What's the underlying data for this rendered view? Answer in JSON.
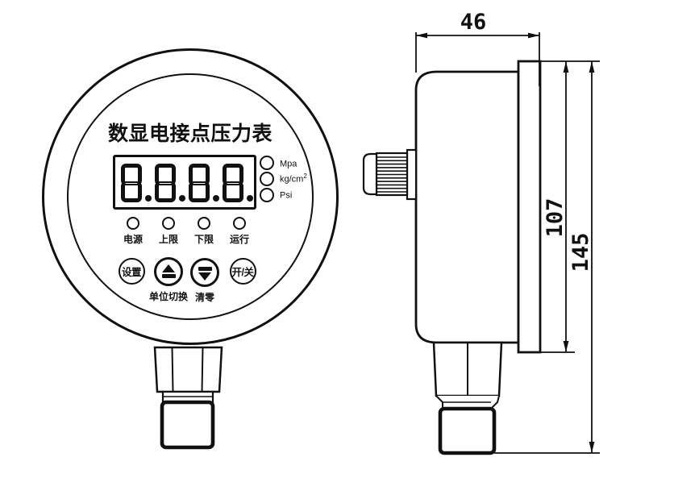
{
  "drawing": {
    "front": {
      "title": "数显电接点压力表",
      "display_value": "8.8.8.8.",
      "units": [
        {
          "label": "Mpa",
          "sup": ""
        },
        {
          "label": "kg/cm",
          "sup": "2"
        },
        {
          "label": "Psi",
          "sup": ""
        }
      ],
      "leds": [
        {
          "label": "电源"
        },
        {
          "label": "上限"
        },
        {
          "label": "下限"
        },
        {
          "label": "运行"
        }
      ],
      "buttons": [
        {
          "type": "text",
          "label": "设置",
          "caption": ""
        },
        {
          "type": "up",
          "label": "",
          "caption": "单位切换"
        },
        {
          "type": "down",
          "label": "",
          "caption": "清零"
        },
        {
          "type": "text",
          "label": "开/关",
          "caption": ""
        }
      ]
    },
    "side": {
      "dim_depth": "46",
      "dim_face_diameter": "107",
      "dim_total_height": "145"
    },
    "colors": {
      "line": "#111111",
      "background": "#ffffff"
    }
  }
}
